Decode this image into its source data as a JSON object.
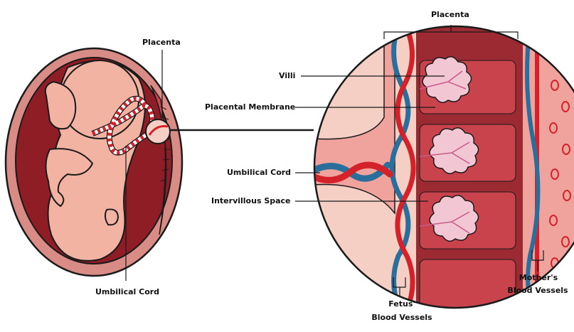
{
  "labels": {
    "placenta_left": "Placenta",
    "umbilical_cord_left": "Umbilical Cord",
    "placenta_right": "Placenta",
    "villi": "Villi",
    "placental_membrane": "Placental Membrane",
    "umbilical_cord_right": "Umbilical Cord",
    "intervillous_space": "Intervillous Space",
    "fetus_vessels_line1": "Fetus'",
    "fetus_vessels_line2": "Blood Vessels",
    "mothers_vessels_line1": "Mother's",
    "mothers_vessels_line2": "Blood Vessels"
  },
  "colors": {
    "uterus_outer": "#d98b86",
    "uterus_cavity": "#8e1d25",
    "fetus_skin": "#f3b3a3",
    "vein_blue": "#2a6e9b",
    "artery_red": "#d3222a",
    "villi_pink": "#f3c6d3",
    "tissue_dark": "#9b2a32",
    "tissue_light": "#f0a39d"
  }
}
